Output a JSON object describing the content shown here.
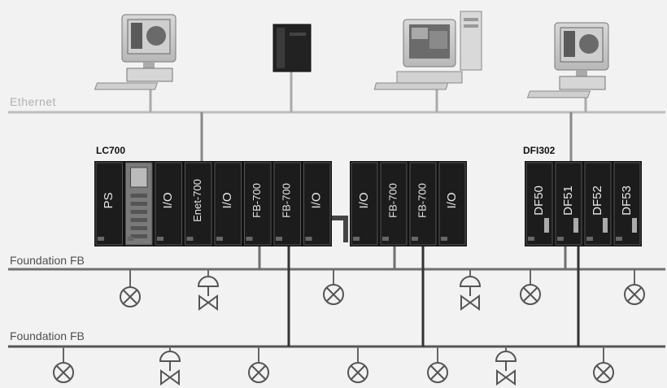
{
  "networks": {
    "ethernet": "Ethernet",
    "fieldbus_upper": "Foundation FB",
    "fieldbus_lower": "Foundation FB"
  },
  "controllers": {
    "lc700": {
      "name": "LC700",
      "rack1_modules": [
        "PS",
        "",
        "I/O",
        "Enet-700",
        "I/O",
        "FB-700",
        "FB-700",
        "I/O"
      ],
      "rack2_modules": [
        "I/O",
        "FB-700",
        "FB-700",
        "I/O"
      ]
    },
    "dfi302": {
      "name": "DFI302",
      "modules": [
        "DF50",
        "DF51",
        "DF52",
        "DF53"
      ]
    }
  },
  "icons": {
    "workstation": "workstation-icon",
    "server": "server-tower-icon",
    "desktop": "desktop-pc-icon",
    "transmitter": "transmitter-icon",
    "valve": "control-valve-icon"
  }
}
